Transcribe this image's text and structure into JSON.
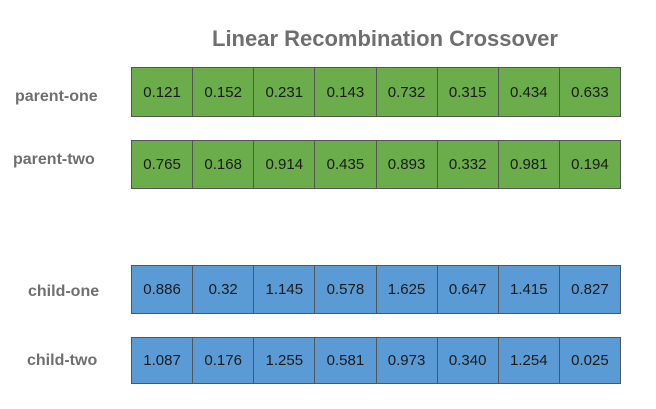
{
  "title": "Linear Recombination Crossover",
  "colors": {
    "parent_fill": "#6aad4a",
    "child_fill": "#5b9bd5",
    "border": "#555555",
    "label_text": "#6f6f6f"
  },
  "rows": [
    {
      "label": "parent-one",
      "values": [
        "0.121",
        "0.152",
        "0.231",
        "0.143",
        "0.732",
        "0.315",
        "0.434",
        "0.633"
      ]
    },
    {
      "label": "parent-two",
      "values": [
        "0.765",
        "0.168",
        "0.914",
        "0.435",
        "0.893",
        "0.332",
        "0.981",
        "0.194"
      ]
    },
    {
      "label": "child-one",
      "values": [
        "0.886",
        "0.32",
        "1.145",
        "0.578",
        "1.625",
        "0.647",
        "1.415",
        "0.827"
      ]
    },
    {
      "label": "child-two",
      "values": [
        "1.087",
        "0.176",
        "1.255",
        "0.581",
        "0.973",
        "0.340",
        "1.254",
        "0.025"
      ]
    }
  ]
}
